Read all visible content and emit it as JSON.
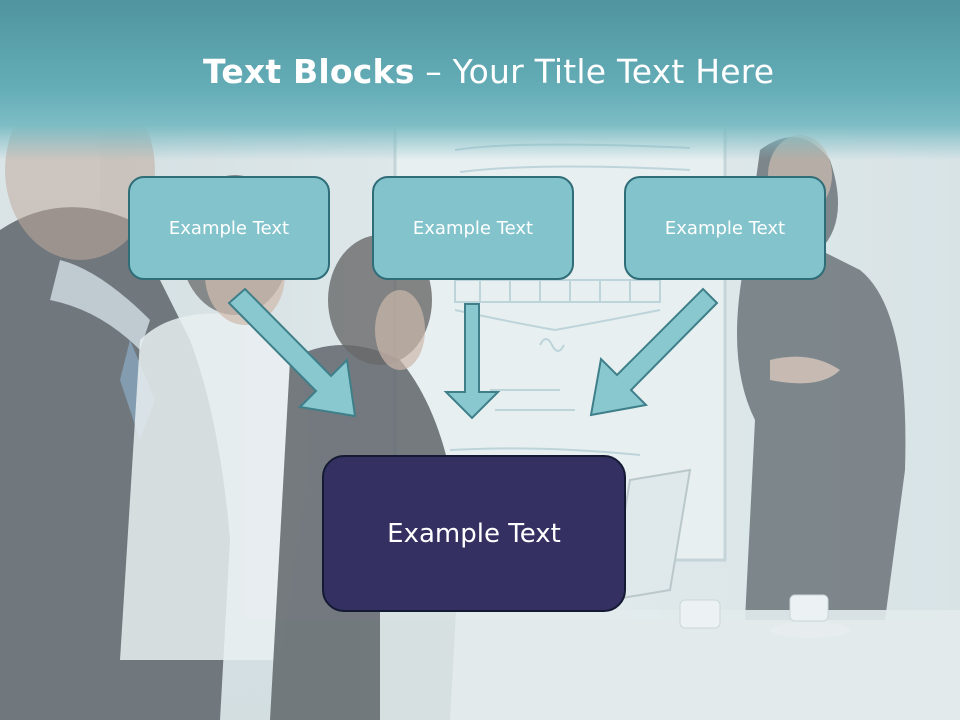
{
  "title": {
    "bold": "Text Blocks",
    "separator": " – ",
    "rest": "Your Title Text Here"
  },
  "blocks": [
    "Example Text",
    "Example Text",
    "Example Text"
  ],
  "center_block": "Example Text",
  "colors": {
    "band": "#5ea6b1",
    "box_fill": "#82c3cc",
    "box_border": "#2f6d78",
    "center_fill": "#343162",
    "arrow_fill": "#8ac8d0",
    "arrow_stroke": "#3e7f89"
  }
}
